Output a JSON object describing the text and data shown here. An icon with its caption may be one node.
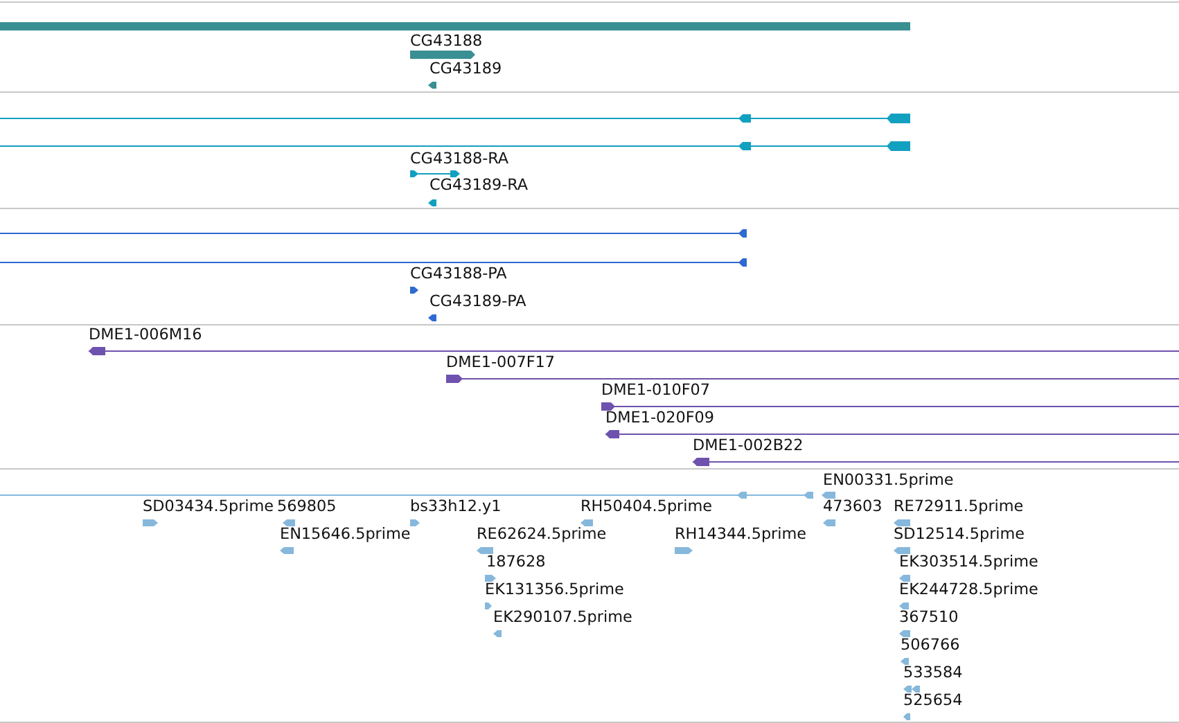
{
  "diagram": {
    "labels": [
      "CG43188",
      "CG43189",
      "CG43188-RA",
      "CG43189-RA",
      "CG43188-PA",
      "CG43189-PA",
      "DME1-006M16",
      "DME1-007F17",
      "DME1-010F07",
      "DME1-020F09",
      "DME1-002B22",
      "EN00331.5prime",
      "SD03434.5prime",
      "569805",
      "bs33h12.y1",
      "RH50404.5prime",
      "473603",
      "RE72911.5prime",
      "EN15646.5prime",
      "RE62624.5prime",
      "RH14344.5prime",
      "SD12514.5prime",
      "187628",
      "EK303514.5prime",
      "EK131356.5prime",
      "EK244728.5prime",
      "EK290107.5prime",
      "367510",
      "506766",
      "533584",
      "525654"
    ]
  }
}
